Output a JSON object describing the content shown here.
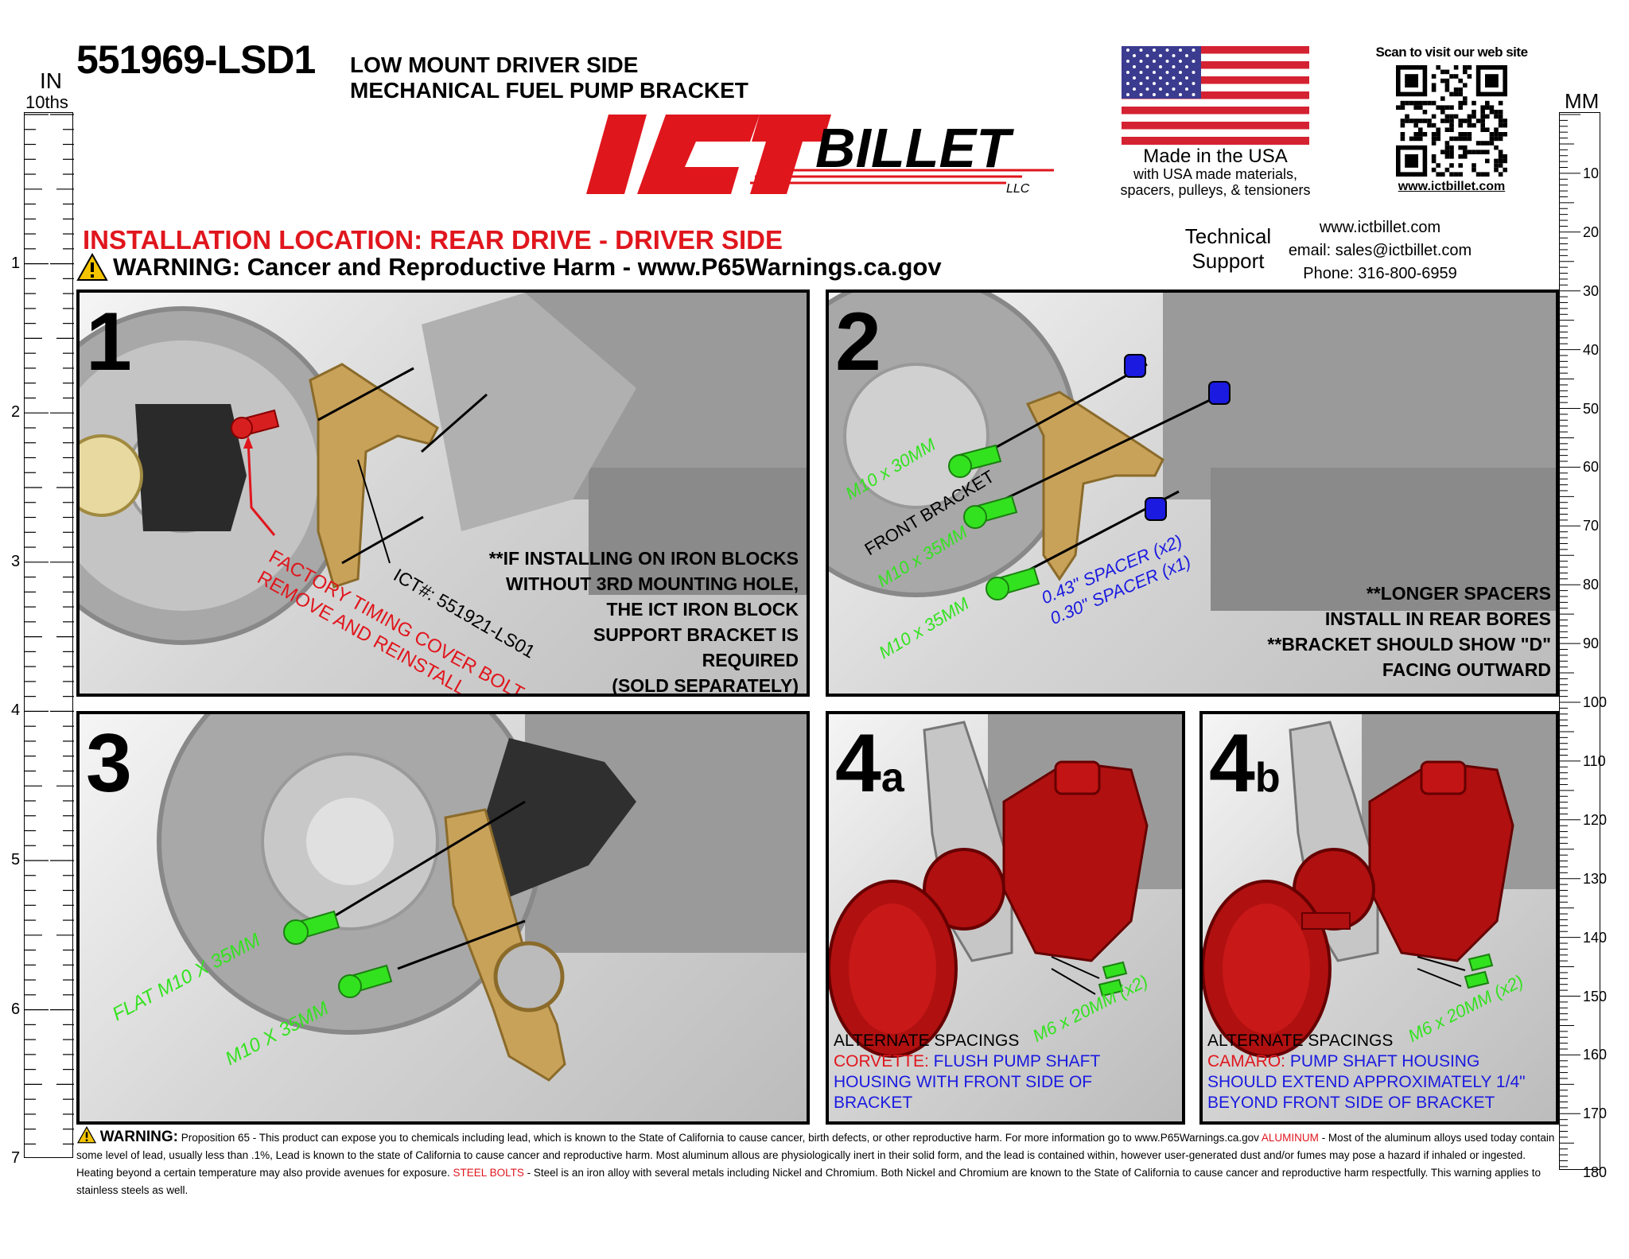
{
  "header": {
    "part_number": "551969-LSD1",
    "part_description_1": "LOW MOUNT DRIVER SIDE",
    "part_description_2": "MECHANICAL FUEL PUMP BRACKET"
  },
  "ruler_in": {
    "unit": "IN",
    "sub_unit": "10ths",
    "labels": [
      "1",
      "2",
      "3",
      "4",
      "5",
      "6",
      "7"
    ]
  },
  "ruler_mm": {
    "unit": "MM",
    "labels": [
      "10",
      "20",
      "30",
      "40",
      "50",
      "60",
      "70",
      "80",
      "90",
      "100",
      "110",
      "120",
      "130",
      "140",
      "150",
      "160",
      "170",
      "180"
    ]
  },
  "logo": {
    "text_main": "ICT",
    "text_billet": "BILLET",
    "text_llc": "LLC",
    "color": "#e0161d"
  },
  "made_in_usa": {
    "line1": "Made in the USA",
    "line2": "with USA made materials,",
    "line3": "spacers, pulleys, & tensioners"
  },
  "qr": {
    "caption": "Scan to visit our web site",
    "url": "www.ictbillet.com"
  },
  "installation_location": "INSTALLATION LOCATION: REAR DRIVE - DRIVER SIDE",
  "warning_line": "WARNING: Cancer and Reproductive Harm - www.P65Warnings.ca.gov",
  "tech_support": {
    "label_1": "Technical",
    "label_2": "Support",
    "website": "www.ictbillet.com",
    "email": "email: sales@ictbillet.com",
    "phone": "Phone: 316-800-6959"
  },
  "panels": {
    "p1": {
      "step": "1",
      "bolt_label_1": "FACTORY TIMING COVER BOLT",
      "bolt_label_2": "REMOVE AND REINSTALL",
      "part_label": "ICT#: 551921-LS01",
      "note": [
        "**IF INSTALLING ON IRON BLOCKS",
        "WITHOUT 3RD MOUNTING HOLE,",
        "THE ICT IRON BLOCK",
        "SUPPORT BRACKET IS",
        "REQUIRED",
        "(SOLD SEPARATELY)"
      ]
    },
    "p2": {
      "step": "2",
      "bolt_1": "M10 x 30MM",
      "bolt_2": "M10 x 35MM",
      "bolt_3": "M10 x 35MM",
      "front_bracket": "FRONT BRACKET",
      "spacer_1": "0.43\" SPACER  (x2)",
      "spacer_2": "0.30\" SPACER  (x1)",
      "note": [
        "**LONGER SPACERS",
        "INSTALL IN REAR BORES",
        "**BRACKET SHOULD SHOW \"D\"",
        "FACING OUTWARD"
      ]
    },
    "p3": {
      "step": "3",
      "bolt_1": "FLAT  M10 X 35MM",
      "bolt_2": "M10 X 35MM"
    },
    "p4a": {
      "step_num": "4",
      "step_letter": "a",
      "bolt": "M6 x 20MM   (x2)",
      "alt_title": "ALTERNATE SPACINGS",
      "alt_key": "CORVETTE:",
      "alt_text_1": "FLUSH PUMP SHAFT",
      "alt_text_2": "HOUSING WITH FRONT SIDE OF",
      "alt_text_3": "BRACKET"
    },
    "p4b": {
      "step_num": "4",
      "step_letter": "b",
      "bolt": "M6 x 20MM   (x2)",
      "alt_title": "ALTERNATE SPACINGS",
      "alt_key": "CAMARO:",
      "alt_text_1": "PUMP SHAFT HOUSING",
      "alt_text_2": "SHOULD EXTEND APPROXIMATELY 1/4\"",
      "alt_text_3": "BEYOND FRONT SIDE OF BRACKET"
    }
  },
  "footer": {
    "warning_label": "WARNING:",
    "text_1": "Proposition 65 - This product can expose you to chemicals including lead, which is known to the State of California to cause cancer, birth defects, or other reproductive harm. For more information go to www.P65Warnings.ca.gov",
    "aluminum_label": "ALUMINUM",
    "text_2": "- Most of the aluminum alloys used today contain some level of lead, usually less than .1%, Lead is known to the state of California to cause cancer and reproductive harm. Most aluminum allous are physiologically inert in their solid form, and the lead is contained within, however user-generated dust and/or fumes may pose a hazard if inhaled or ingested. Heating beyond a certain temperature may also provide avenues for exposure.",
    "steel_label": "STEEL BOLTS",
    "text_3": "- Steel is an iron alloy with several metals including Nickel and Chromium. Both Nickel and Chromium are known to the State of California to cause cancer and reproductive harm respectfully. This warning applies to stainless steels as well."
  },
  "colors": {
    "red": "#e0161d",
    "green_bolt": "#33e21f",
    "blue_spacer": "#1a1ae0",
    "bracket_gold": "#c9a25a",
    "pump_red": "#b01010"
  }
}
